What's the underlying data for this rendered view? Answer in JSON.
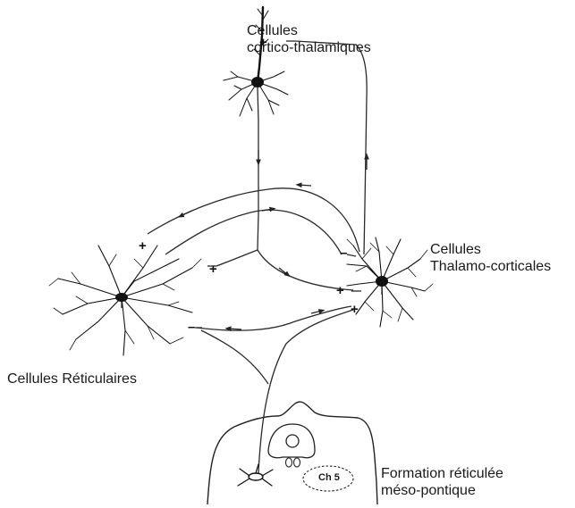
{
  "labels": {
    "cortico_line1": "Cellules",
    "cortico_line2": "cortico-thalamiques",
    "thalamo_line1": "Cellules",
    "thalamo_line2": "Thalamo-corticales",
    "reticular": "Cellules Réticulaires",
    "formation_line1": "Formation réticulée",
    "formation_line2": "méso-pontique",
    "ch5": "Ch 5"
  },
  "signs": {
    "cortico_input": "+",
    "reticular_top": "+",
    "reticular_right": "+",
    "reticular_bottom": "–",
    "thalamo_top": "–",
    "thalamo_mid": "+",
    "thalamo_low": "+"
  },
  "colors": {
    "ink": "#111111",
    "line": "#2a2a2a"
  }
}
